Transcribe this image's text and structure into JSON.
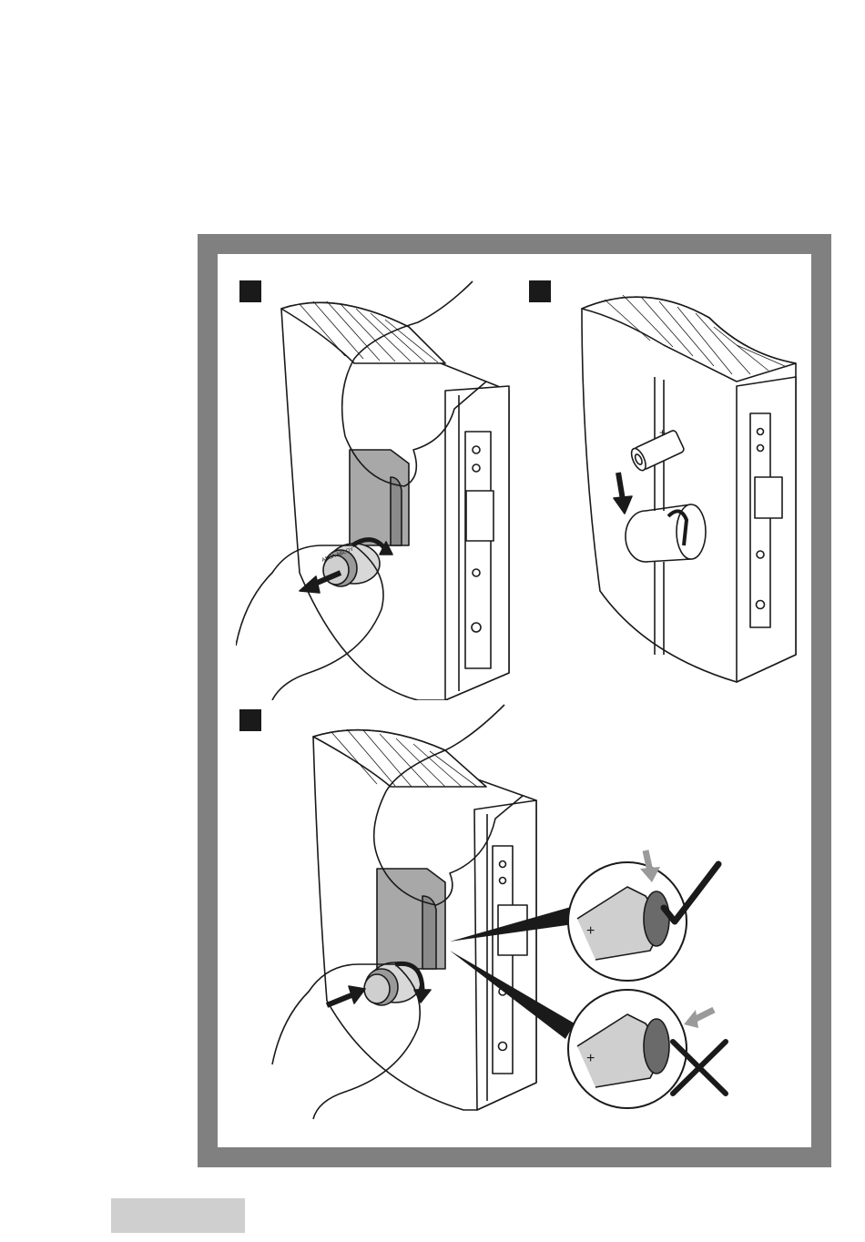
{
  "panels": [
    {
      "id": "step-1",
      "marker_color": "#1a1a1a"
    },
    {
      "id": "step-2",
      "marker_color": "#1a1a1a"
    },
    {
      "id": "step-3",
      "marker_color": "#1a1a1a"
    }
  ],
  "labels": {
    "knob_brand": "ASSA ABLOY",
    "battery_plus": "+"
  },
  "colors": {
    "frame": "#808080",
    "ok_mark": "#1a1a1a",
    "error_mark": "#1a1a1a",
    "indicator_arrow": "#9a9a9a",
    "footer_tab": "#cfcfcf"
  },
  "icons": [
    "rotate-arrow-icon",
    "pull-arrow-icon",
    "push-arrow-icon",
    "down-arrow-icon",
    "checkmark-icon",
    "cross-icon"
  ]
}
